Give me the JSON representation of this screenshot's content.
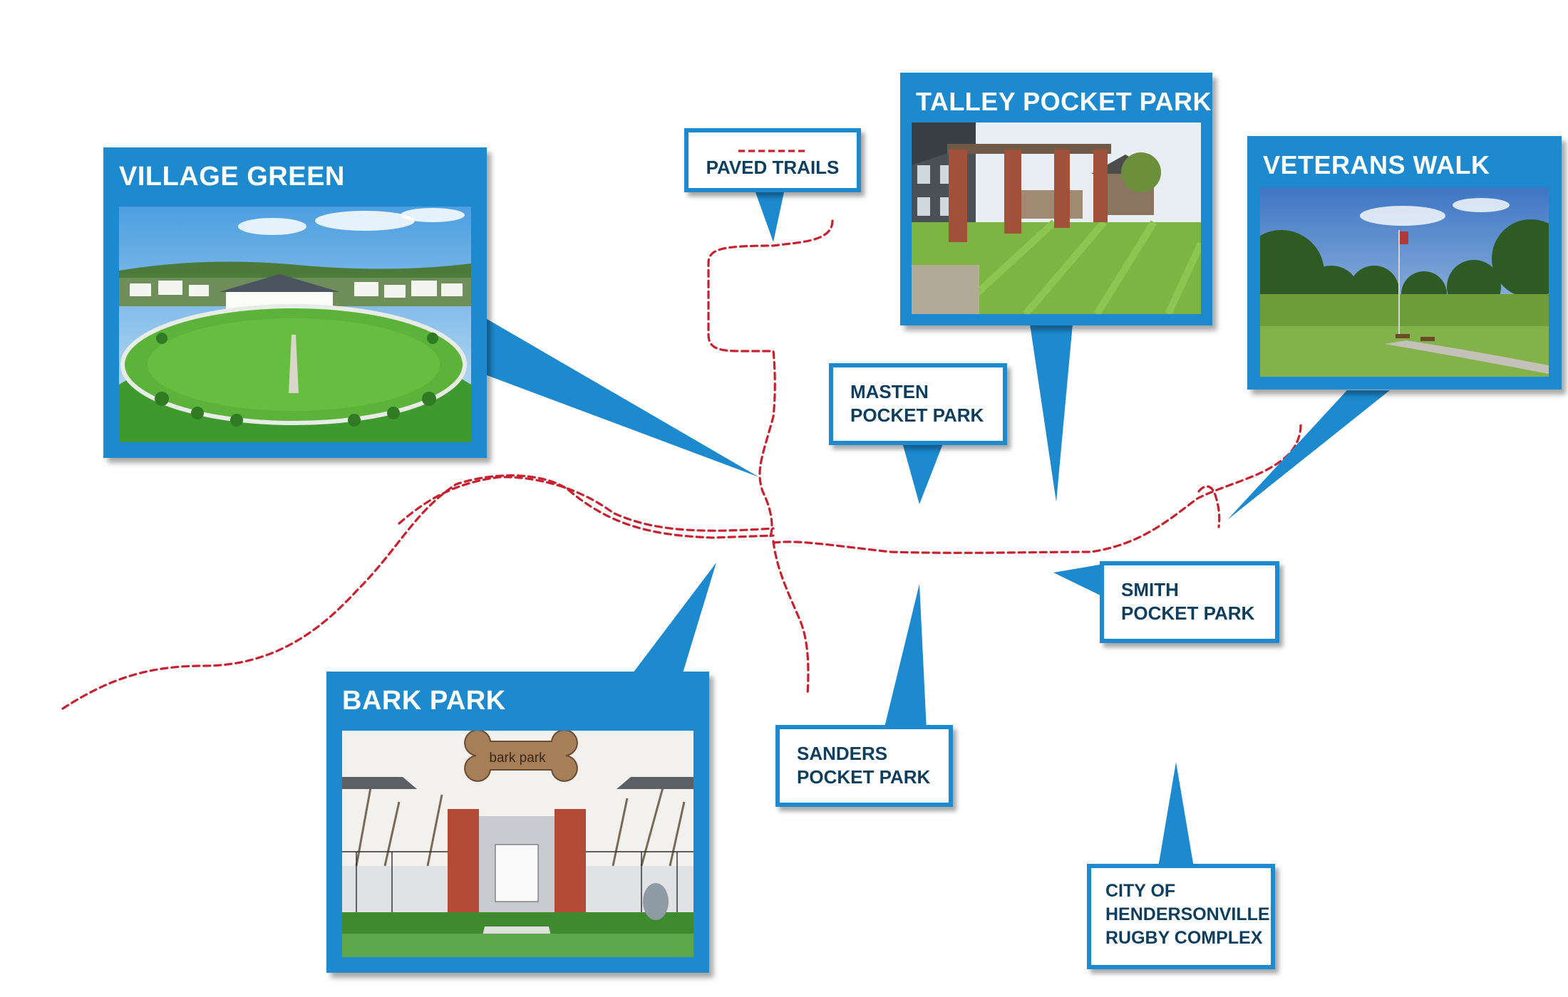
{
  "legend": {
    "label": "PAVED TRAILS",
    "line_color": "#c8202f"
  },
  "colors": {
    "callout_blue": "#1d8ad0",
    "label_text": "#0d3e5f",
    "trail_red": "#c8202f"
  },
  "photo_cards": {
    "village_green": {
      "title": "VILLAGE GREEN"
    },
    "talley": {
      "title": "TALLEY POCKET PARK"
    },
    "veterans": {
      "title": "VETERANS WALK"
    },
    "bark": {
      "title": "BARK PARK",
      "sign_text": "bark park"
    }
  },
  "labels": {
    "masten": {
      "line1": "MASTEN",
      "line2": "POCKET PARK"
    },
    "smith": {
      "line1": "SMITH",
      "line2": "POCKET PARK"
    },
    "sanders": {
      "line1": "SANDERS",
      "line2": "POCKET PARK"
    },
    "rugby": {
      "line1": "CITY OF",
      "line2": "HENDERSONVILLE",
      "line3": "RUGBY COMPLEX"
    }
  }
}
